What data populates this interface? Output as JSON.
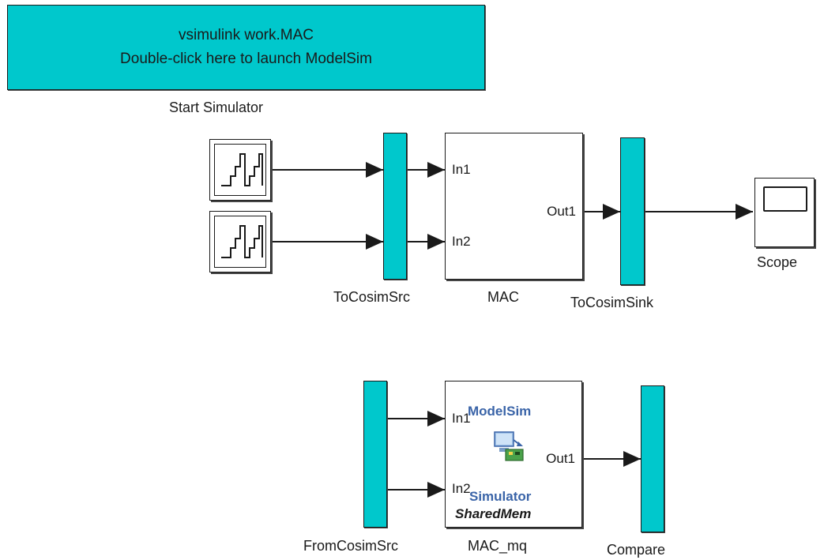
{
  "start_simulator": {
    "line1": "vsimulink work.MAC",
    "line2": "Double-click here to launch ModelSim",
    "caption": "Start Simulator"
  },
  "blocks": {
    "to_cosim_src": "ToCosimSrc",
    "mac": {
      "name": "MAC",
      "in1": "In1",
      "in2": "In2",
      "out1": "Out1"
    },
    "to_cosim_sink": "ToCosimSink",
    "scope": "Scope",
    "from_cosim_src": "FromCosimSrc",
    "mac_mq": {
      "name": "MAC_mq",
      "in1": "In1",
      "in2": "In2",
      "out1": "Out1",
      "brand": "ModelSim",
      "simulator": "Simulator",
      "mode": "SharedMem"
    },
    "compare": "Compare"
  },
  "colors": {
    "block_fill": "#00c8cc",
    "line": "#1a1a1a",
    "modelsim_text": "#3a64a8"
  },
  "icons": {
    "signal_generator": "signal-generator-icon",
    "scope": "scope-screen-icon",
    "modelsim": "modelsim-computer-icon"
  }
}
